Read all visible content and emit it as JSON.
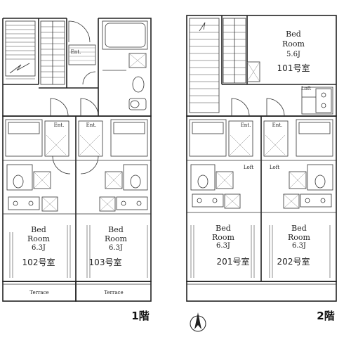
{
  "floors": [
    {
      "label": "1階",
      "rooms": [
        {
          "name": "Bed Room",
          "size": "6.3J",
          "unit": "102号室"
        },
        {
          "name": "Bed Room",
          "size": "6.3J",
          "unit": "103号室"
        }
      ],
      "entrances": [
        "Ent.",
        "Ent.",
        "Ent."
      ],
      "terraces": [
        "Terrace",
        "Terrace"
      ]
    },
    {
      "label": "2階",
      "rooms": [
        {
          "name": "Bed Room",
          "size": "5.6J",
          "unit": "101号室"
        },
        {
          "name": "Bed Room",
          "size": "6.3J",
          "unit": "201号室"
        },
        {
          "name": "Bed Room",
          "size": "6.3J",
          "unit": "202号室"
        }
      ],
      "entrances": [
        "Ent.",
        "Ent."
      ],
      "lofts": [
        "Loft",
        "Loft",
        "Loft"
      ]
    }
  ],
  "compass": {
    "label": "N"
  }
}
